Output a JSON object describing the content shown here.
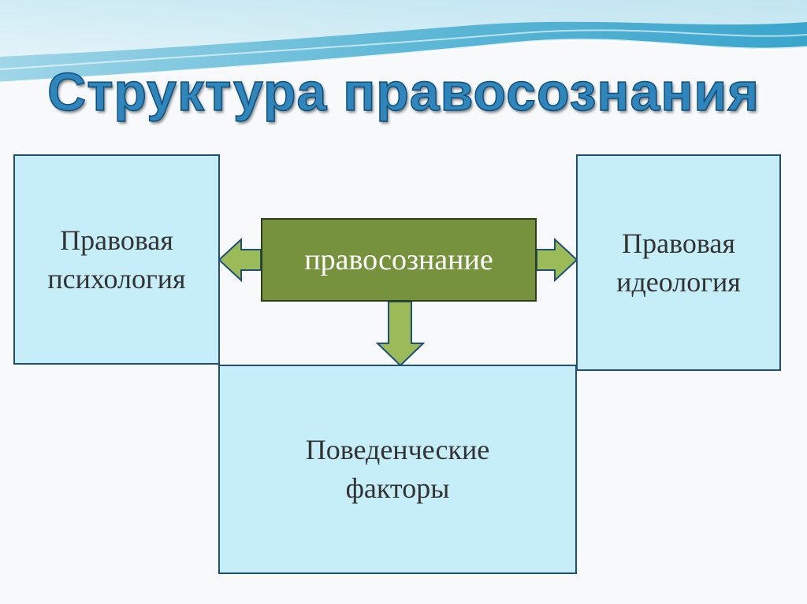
{
  "title": "Структура правосознания",
  "nodes": {
    "left": {
      "line1": "Правовая",
      "line2": "психология"
    },
    "right": {
      "line1": "Правовая",
      "line2": "идеология"
    },
    "center": {
      "label": "правосознание"
    },
    "bottom": {
      "line1": "Поведенческие",
      "line2": "факторы"
    }
  },
  "colors": {
    "box_fill": "#c6eef9",
    "box_border": "#1f4e79",
    "center_fill": "#76923c",
    "arrow_fill": "#9bbb59",
    "title": "#2f86bd"
  }
}
